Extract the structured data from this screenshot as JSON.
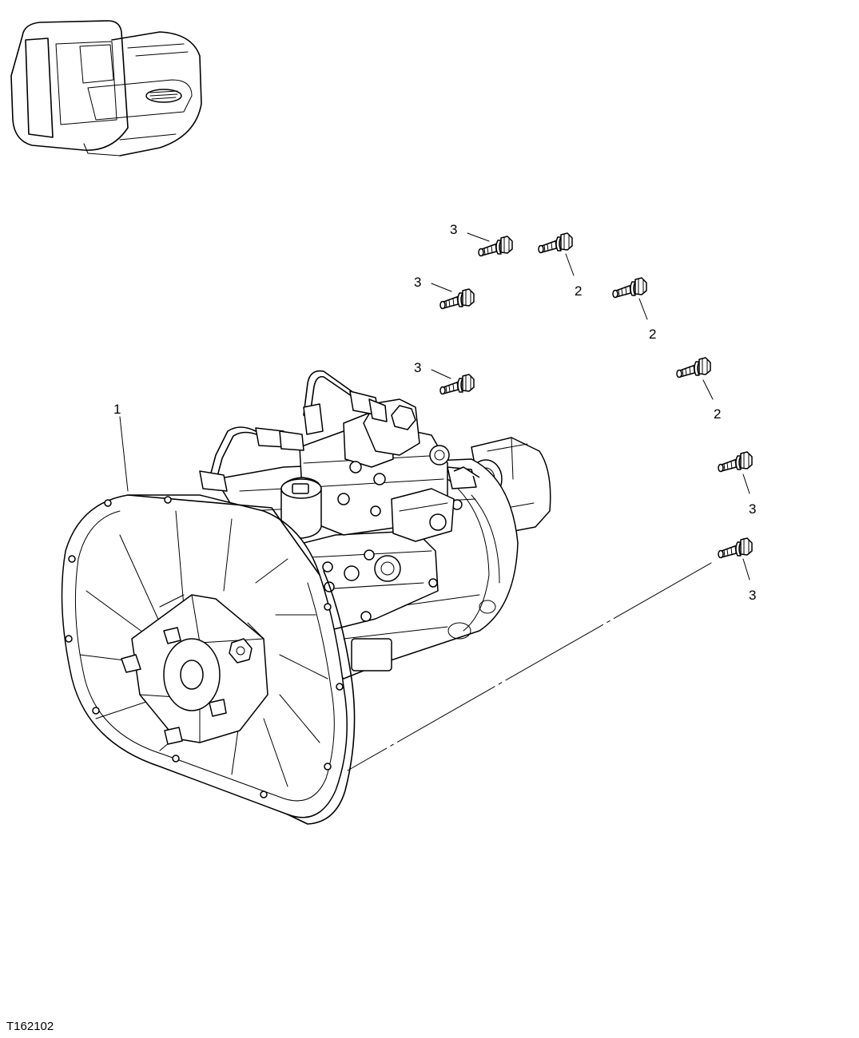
{
  "figure_id": "T162102",
  "callouts": [
    {
      "label": "1"
    },
    {
      "label": "2"
    },
    {
      "label": "2"
    },
    {
      "label": "2"
    },
    {
      "label": "3"
    },
    {
      "label": "3"
    },
    {
      "label": "3"
    },
    {
      "label": "3"
    },
    {
      "label": "3"
    }
  ],
  "icons": [
    "excavator-locator-icon",
    "hydraulic-pump-assembly-icon",
    "flange-bolt-icon"
  ]
}
